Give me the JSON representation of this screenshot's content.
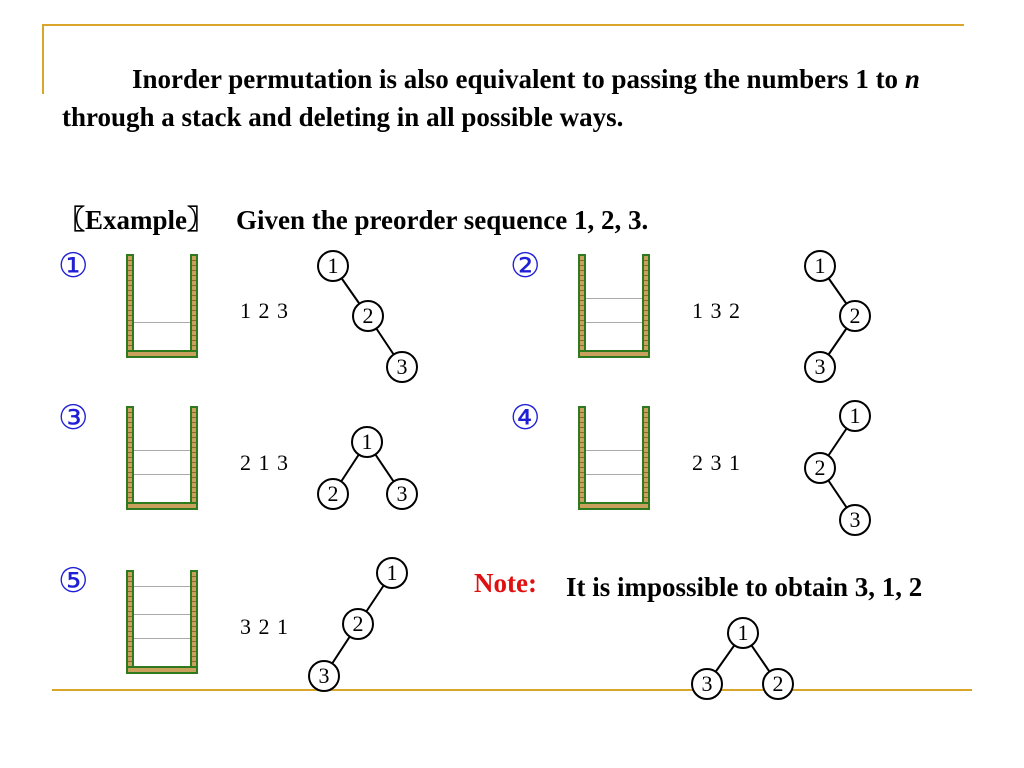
{
  "intro": {
    "part1": "Inorder permutation is also equivalent to passing the numbers 1 to ",
    "var": "n",
    "part2": " through a stack and deleting in all possible ways."
  },
  "example": {
    "label": "〖Example〗",
    "text": "Given the preorder sequence 1, 2, 3."
  },
  "cases": [
    {
      "marker": "①",
      "sequence": "1 2 3"
    },
    {
      "marker": "②",
      "sequence": "1 3 2"
    },
    {
      "marker": "③",
      "sequence": "2 1 3"
    },
    {
      "marker": "④",
      "sequence": "2 3 1"
    },
    {
      "marker": "⑤",
      "sequence": "3 2 1"
    }
  ],
  "note": {
    "label": "Note:",
    "text": "It is impossible to obtain 3, 1, 2"
  },
  "trees": [
    {
      "nodes": [
        "1",
        "2",
        "3"
      ]
    },
    {
      "nodes": [
        "1",
        "2",
        "3"
      ]
    },
    {
      "nodes": [
        "1",
        "2",
        "3"
      ]
    },
    {
      "nodes": [
        "1",
        "2",
        "3"
      ]
    },
    {
      "nodes": [
        "1",
        "2",
        "3"
      ]
    },
    {
      "nodes": [
        "1",
        "3",
        "2"
      ]
    }
  ],
  "colors": {
    "accent": "#d9a52b",
    "marker": "#1f1fd6",
    "note": "#e01010",
    "wall_border": "#2f7a1e",
    "wall_fill": "#c9a05c"
  }
}
